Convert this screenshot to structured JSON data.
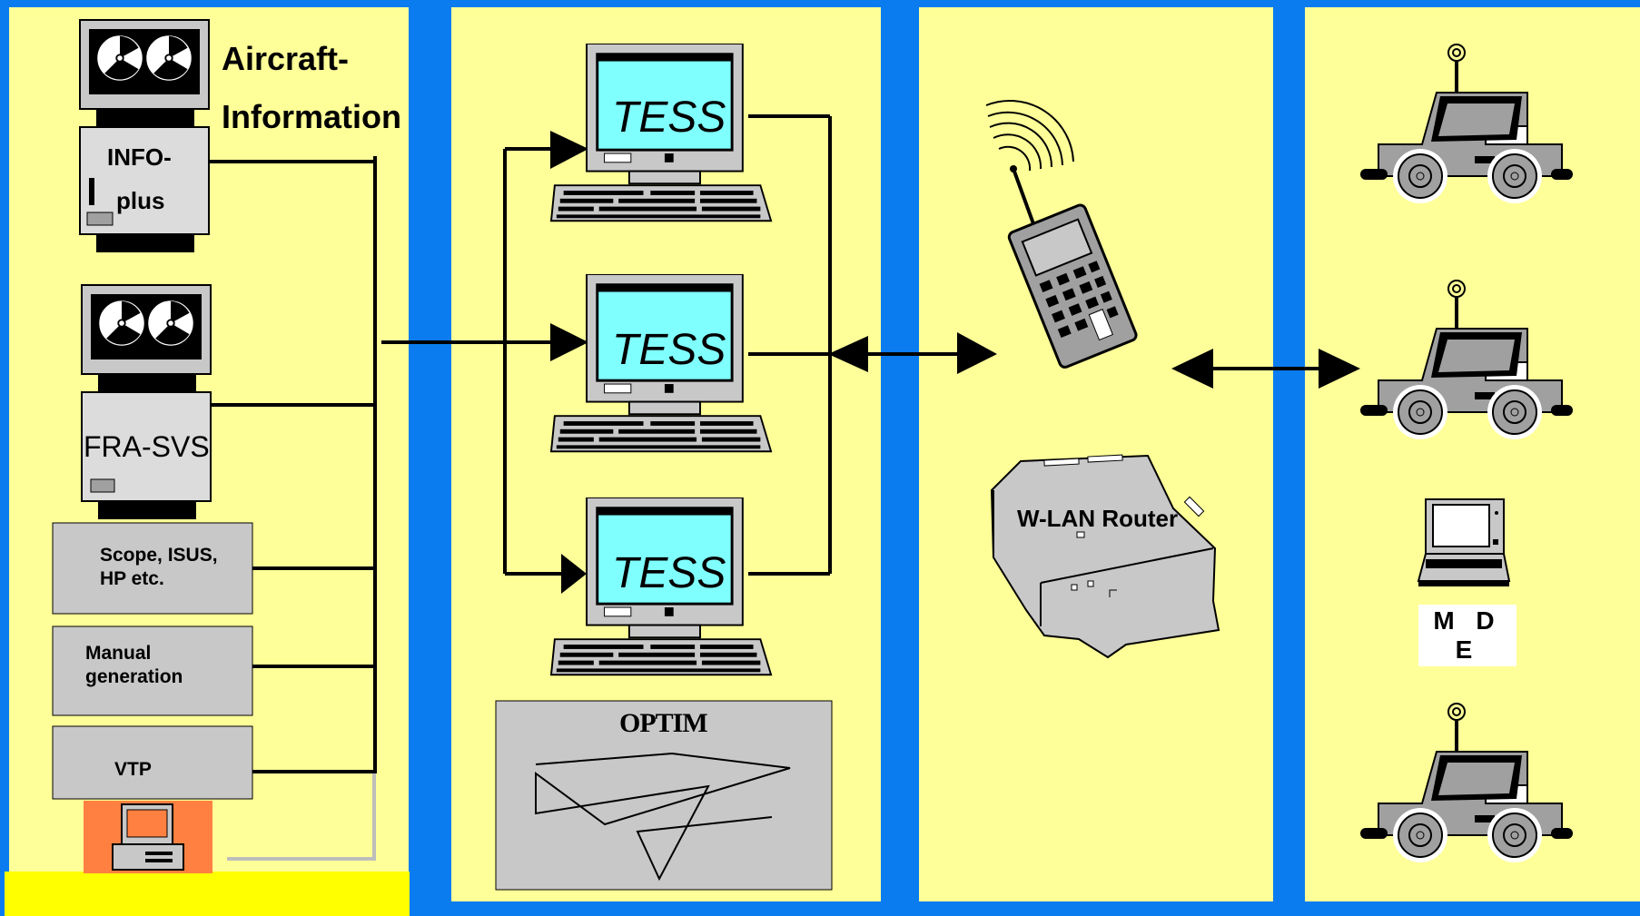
{
  "left_panel": {
    "aircraft_info_line1": "Aircraft-",
    "aircraft_info_line2": "Information",
    "infoplus_line1": "INFO-",
    "infoplus_line2": "plus",
    "frasvs": "FRA-SVS",
    "scope_line1": "Scope, ISUS,",
    "scope_line2": "HP etc.",
    "manual_line1": "Manual",
    "manual_line2": "generation",
    "vtp": "VTP"
  },
  "middle_panel": {
    "tess_labels": [
      "TESS",
      "TESS",
      "TESS"
    ],
    "optim": "OPTIM"
  },
  "network_panel": {
    "router_label": "W-LAN Router"
  },
  "vehicle_panel": {
    "mde_label": "M D E"
  },
  "colors": {
    "background": "#0a7cf0",
    "panel": "#ffff99",
    "screen": "#80ffff",
    "device_gray": "#c8c8c8",
    "footer_yellow": "#ffff00",
    "vtp_orange": "#ff8040"
  }
}
